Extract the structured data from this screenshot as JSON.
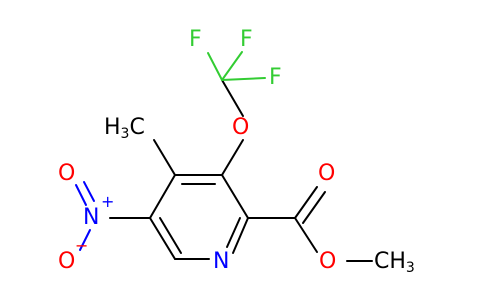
{
  "molecule": {
    "atoms": {
      "f_left": "F",
      "f_top": "F",
      "f_right": "F",
      "o_ether": "O",
      "h3c_h": "H",
      "h3c_sub": "3",
      "h3c_c": "C",
      "n_nitro": "N",
      "n_nitro_charge": "+",
      "o_nitro_top": "O",
      "o_nitro_bottom": "O",
      "o_nitro_bottom_charge": "−",
      "n_ring": "N",
      "o_carbonyl": "O",
      "o_ester": "O",
      "ch3_c": "CH",
      "ch3_sub": "3"
    },
    "colors": {
      "bond": "#000000",
      "oxygen": "#ff0000",
      "nitrogen": "#0000ff",
      "fluorine": "#33cc33"
    }
  }
}
